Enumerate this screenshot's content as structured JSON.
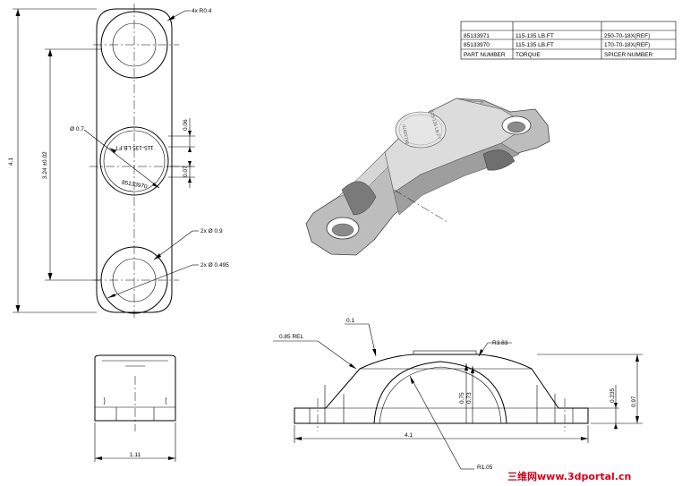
{
  "title_block": {
    "rows": [
      [
        "",
        "",
        ""
      ],
      [
        "85133971",
        "115-135 LB.FT",
        "250-70-18X(REF)"
      ],
      [
        "85133970",
        "115-135 LB.FT",
        "170-70-18X(REF)"
      ],
      [
        "PART NUMBER",
        "TORQUE",
        "SPICER NUMBER"
      ]
    ]
  },
  "top_view": {
    "corner_radius": "4x R0.4",
    "overall_length": "4.1",
    "hole_spacing": "3.24 ±0.02",
    "center_diameter": "Ø 0.7",
    "offset_upper": "0.06",
    "offset_lower": "0.07",
    "hole_diameter": "2x Ø 0.9",
    "bore_diameter": "2x Ø 0.495",
    "stamp_text_1": "85133970",
    "stamp_text_2": "115-135 LB.FT"
  },
  "iso_view": {
    "stamp_text_1": "115-135 LB.FT",
    "stamp_text_2": "85133970"
  },
  "end_view": {
    "width": "1.11"
  },
  "side_view": {
    "top_thickness": "0.1",
    "rel_label": "0.85  REL",
    "top_radius": "R3.83",
    "arch_height_1": "0.75",
    "arch_height_2": "0.73",
    "foot_height": "0.235",
    "total_height": "0.97",
    "length": "4.1",
    "arch_radius": "R1.05"
  },
  "watermark": "三维网www.3dportal.cn"
}
